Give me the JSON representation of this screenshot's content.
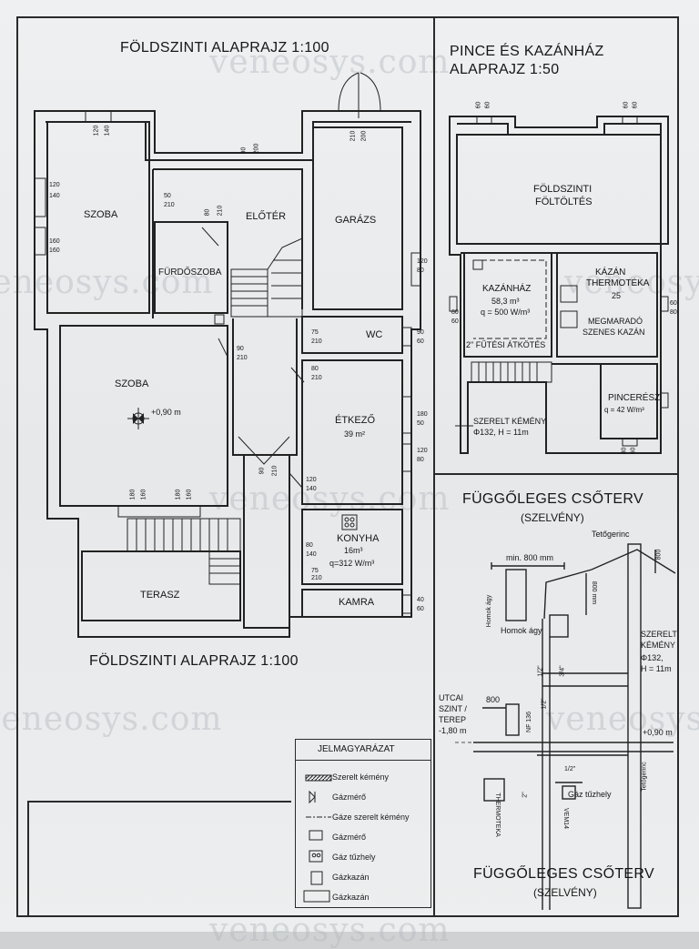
{
  "watermark": "veneosys.com",
  "ground_floor": {
    "title_top": "FÖLDSZINTI ALAPRAJZ 1:100",
    "title_bottom": "FÖLDSZINTI ALAPRAJZ 1:100",
    "rooms": {
      "szoba1": "SZOBA",
      "furdoszoba": "FÜRDŐSZOBA",
      "eloter": "ELŐTÉR",
      "garazs": "GARÁZS",
      "wc": "WC",
      "szoba2": "SZOBA",
      "level": "+0,90 m",
      "etkezo": "ÉTKEZŐ",
      "etkezo_area": "39 m²",
      "konyha": "KONYHA",
      "konyha_area": "16m³",
      "konyha_q": "q=312 W/m³",
      "terasz": "TERASZ",
      "kamra": "KAMRA"
    },
    "dims": {
      "w1a": "120",
      "w1b": "140",
      "w2a": "120",
      "w2b": "140",
      "w3a": "160",
      "w3b": "160",
      "d1a": "90",
      "d1b": "200",
      "d2a": "50",
      "d2b": "210",
      "d3a": "80",
      "d3b": "210",
      "g1a": "210",
      "g1b": "200",
      "g2a": "120",
      "g2b": "80",
      "wc1": "90",
      "wc2": "60",
      "wc3": "75",
      "wc4": "210",
      "s2a": "90",
      "s2b": "210",
      "e1a": "80",
      "e1b": "210",
      "e2a": "180",
      "e2b": "50",
      "e3a": "120",
      "e3b": "80",
      "s3a": "180",
      "s3b": "160",
      "s3c": "180",
      "s3d": "160",
      "k1a": "90",
      "k1b": "210",
      "k2a": "120",
      "k2b": "140",
      "k3a": "80",
      "k3b": "140",
      "k4a": "75",
      "k4b": "210",
      "km1": "40",
      "km2": "60"
    }
  },
  "basement": {
    "title1": "PINCE ÉS KAZÁNHÁZ",
    "title2": "ALAPRAJZ   1:50",
    "foltoltes1": "FÖLDSZINTI",
    "foltoltes2": "FÖLTÖLTÉS",
    "kazanhaz": "KAZÁNHÁZ",
    "kazanhaz_vol": "58,3 m³",
    "kazanhaz_q": "q = 500 W/m³",
    "kazan1": "KÁZÁN",
    "kazan2": "THERMOTÉKA",
    "kazan3": "25",
    "megmarado1": "MEGMARADÓ",
    "megmarado2": "SZENES KAZÁN",
    "futesi": "2\" FŰTÉSI ÁTKÖTÉS",
    "pinceresz": "PINCERÉSZ",
    "pinceresz_q": "q = 42 W/m³",
    "kemeny1": "SZERELT KÉMÉNY",
    "kemeny2": "Φ132, H = 11m",
    "d1a": "60",
    "d1b": "60",
    "d2a": "60",
    "d2b": "60",
    "d3a": "80",
    "d3b": "60",
    "d4a": "60",
    "d4b": "80",
    "d5a": "80",
    "d5b": "60"
  },
  "pipe": {
    "title1": "FÜGGŐLEGES CSŐTERV",
    "title2": "(SZELVÉNY)",
    "title_bottom1": "FÜGGŐLEGES CSŐTERV",
    "title_bottom2": "(SZELVÉNY)",
    "tetogerinc": "Tetőgerinc",
    "dim800_top": "800",
    "min800": "min. 800 mm",
    "m800": "800 mm",
    "homokagy_v": "Homok ágy",
    "homokagy": "Homok ágy",
    "szerelt1": "SZERELT",
    "szerelt2": "KÉMÉNY",
    "szerelt3": "Φ132,",
    "szerelt4": "H = 11m",
    "half1": "1/2\"",
    "three4": "3/4\"",
    "utcai1": "UTCAI",
    "utcai2": "SZINT /",
    "utcai3": "TEREP",
    "utcai4": "-1,80 m",
    "dim800_mid": "800",
    "nf": "NF 136",
    "half2": "1/2\"",
    "plus090": "+0,90 m",
    "teto": "Tetőgerinc",
    "half3": "1/2\"",
    "gaz": "Gáz tűzhely",
    "thermo": "THERMOTEKA",
    "two": "2\"",
    "mero": "VEM14"
  },
  "legend": {
    "title": "JELMAGYARÁZAT",
    "items": [
      "Szerelt kémény",
      "Gázmérő",
      "Gáze szerelt kémény",
      "Gázmérő",
      "Gáz tűzhely",
      "Gázkazán",
      "Gázkazán"
    ]
  }
}
